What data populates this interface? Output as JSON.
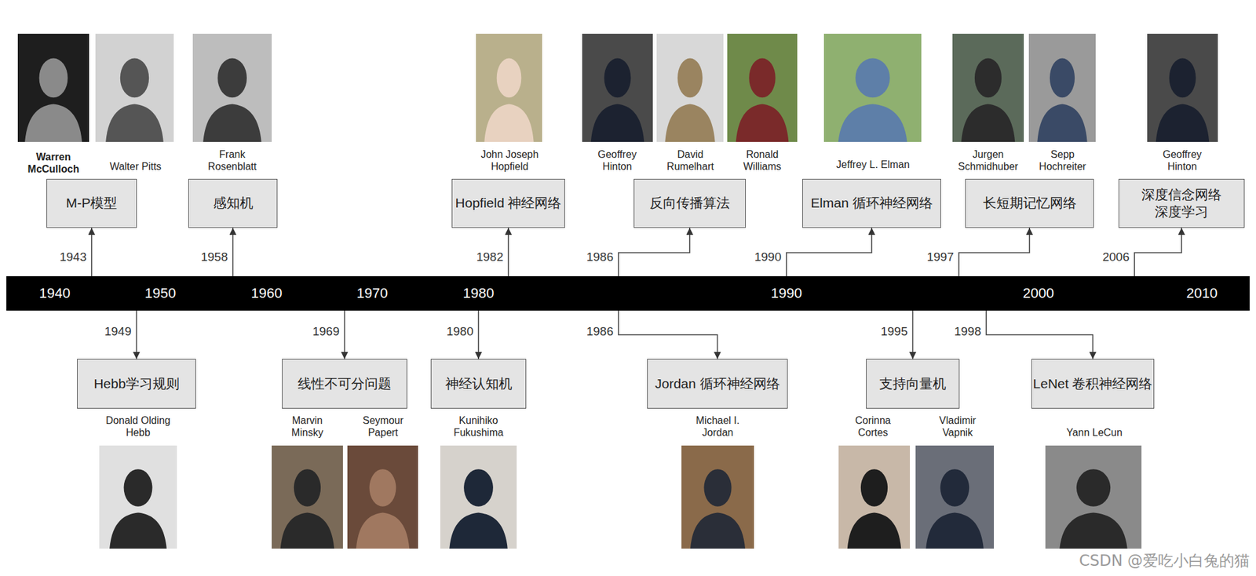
{
  "diagram": {
    "nodes": [
      {
        "text": [
          "M-P模型"
        ]
      },
      {
        "text": [
          "感知机"
        ]
      },
      {
        "text": [
          "Hopfield 神经网络"
        ]
      },
      {
        "text": [
          "反向传播算法"
        ]
      },
      {
        "text": [
          "Elman 循环神经网络"
        ]
      },
      {
        "text": [
          "长短期记忆网络"
        ]
      },
      {
        "text": [
          "深度信念网络 深度学习"
        ]
      },
      {
        "text": [
          "1940",
          "1950",
          "1960",
          "1970",
          "1980",
          "1990",
          "2000",
          "2010"
        ]
      },
      {
        "text": [
          "Hebb学习规则"
        ]
      },
      {
        "text": [
          "线性不可分问题"
        ]
      },
      {
        "text": [
          "神经认知机"
        ]
      },
      {
        "text": [
          "Jordan 循环神经网络"
        ]
      },
      {
        "text": [
          "支持向量机"
        ]
      },
      {
        "text": [
          "LeNet 卷积神经网络"
        ]
      }
    ],
    "edges": [
      {
        "from": 7,
        "to": 0,
        "arrow": "to",
        "label": "1943"
      },
      {
        "from": 7,
        "to": 1,
        "arrow": "to",
        "label": "1958"
      },
      {
        "from": 7,
        "to": 2,
        "arrow": "to",
        "label": "1982"
      },
      {
        "from": 7,
        "to": 3,
        "arrow": "to",
        "label": "1986"
      },
      {
        "from": 7,
        "to": 4,
        "arrow": "to",
        "label": "1990"
      },
      {
        "from": 7,
        "to": 5,
        "arrow": "to",
        "label": "1997"
      },
      {
        "from": 7,
        "to": 6,
        "arrow": "to",
        "label": "2006"
      },
      {
        "from": 7,
        "to": 8,
        "arrow": "to",
        "label": "1949"
      },
      {
        "from": 7,
        "to": 9,
        "arrow": "to",
        "label": "1969"
      },
      {
        "from": 7,
        "to": 10,
        "arrow": "to",
        "label": "1980"
      },
      {
        "from": 7,
        "to": 11,
        "arrow": "to",
        "label": "1986"
      },
      {
        "from": 7,
        "to": 12,
        "arrow": "to",
        "label": "1995"
      },
      {
        "from": 7,
        "to": 13,
        "arrow": "to",
        "label": "1998"
      }
    ],
    "labels": [
      "Warren McCulloch",
      "Walter Pitts",
      "Frank Rosenblatt",
      "John Joseph Hopfield",
      "Geoffrey Hinton",
      "David Rumelhart",
      "Ronald Williams",
      "Jeffrey L. Elman",
      "Jurgen Schmidhuber",
      "Sepp Hochreiter",
      "Geoffrey Hinton",
      "Donald Olding Hebb",
      "Marvin Minsky",
      "Seymour Papert",
      "Kunihiko Fukushima",
      "Michael I. Jordan",
      "Corinna Cortes",
      "Vladimir Vapnik",
      "Yann LeCun",
      "CSDN @爱吃小白兔的猫"
    ]
  }
}
